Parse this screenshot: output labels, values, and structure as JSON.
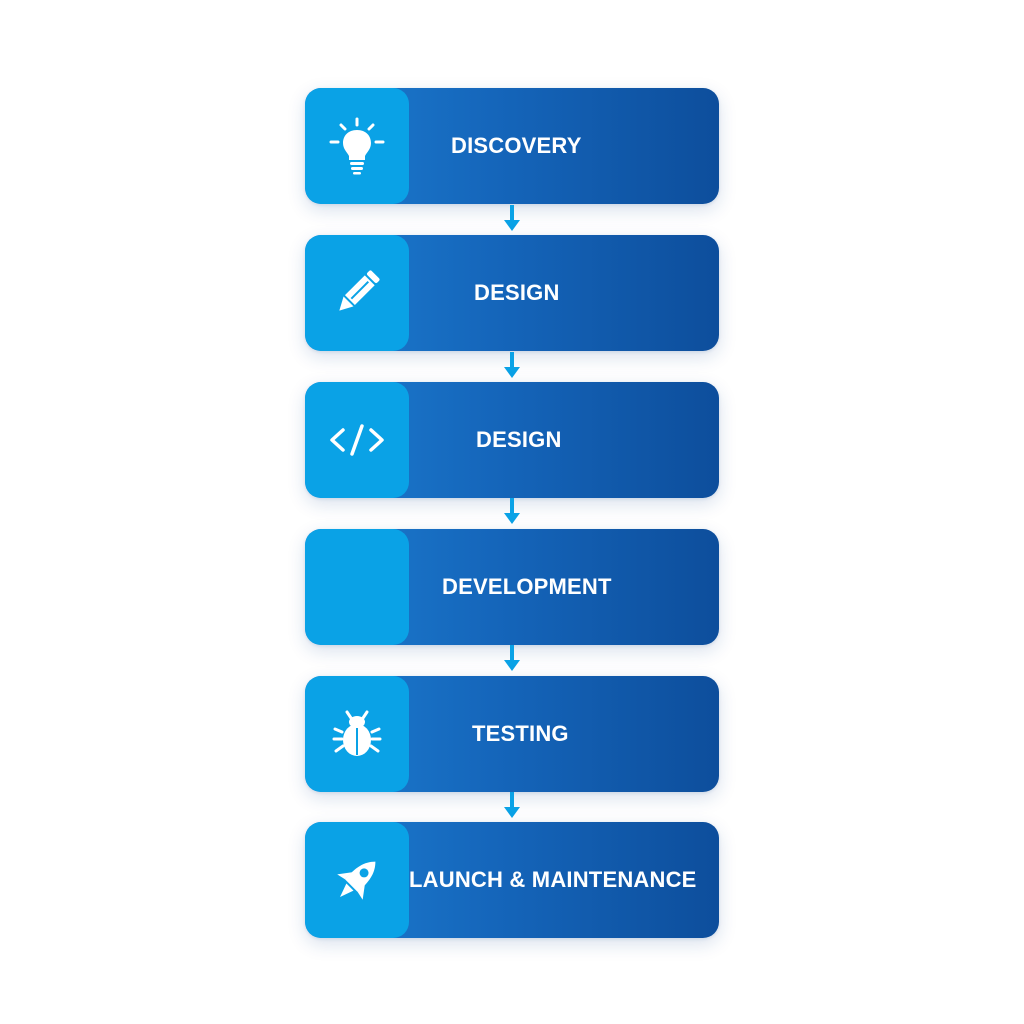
{
  "accent_colors": {
    "icon_block": "#0aa2e6",
    "card_gradient_start": "#1c7dd0",
    "card_gradient_end": "#0d4e9c",
    "arrow": "#0aa2e6"
  },
  "steps": [
    {
      "label": "DISCOVERY",
      "icon": "lightbulb-icon"
    },
    {
      "label": "DESIGN",
      "icon": "pencil-icon"
    },
    {
      "label": "DESIGN",
      "icon": "code-icon"
    },
    {
      "label": "DEVELOPMENT",
      "icon": ""
    },
    {
      "label": "TESTING",
      "icon": "bug-icon"
    },
    {
      "label": "LAUNCH & MAINTENANCE",
      "icon": "rocket-icon"
    }
  ]
}
